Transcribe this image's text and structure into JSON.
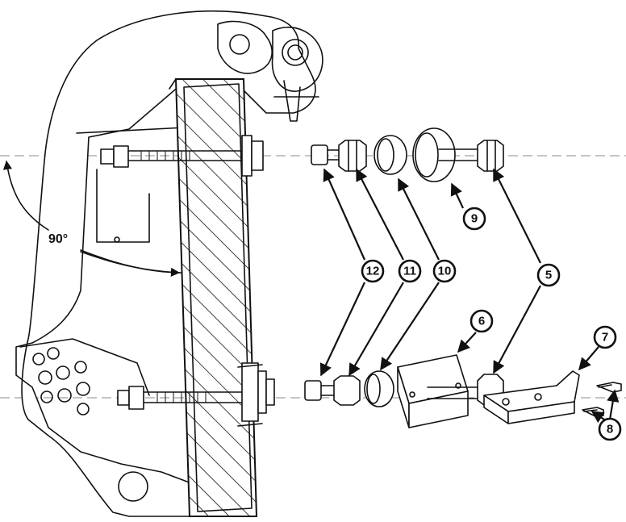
{
  "angle_label": "90°",
  "callouts": [
    {
      "id": "c5",
      "label": "5"
    },
    {
      "id": "c6",
      "label": "6"
    },
    {
      "id": "c7",
      "label": "7"
    },
    {
      "id": "c8",
      "label": "8"
    },
    {
      "id": "c9",
      "label": "9"
    },
    {
      "id": "c10",
      "label": "10"
    },
    {
      "id": "c11",
      "label": "11"
    },
    {
      "id": "c12",
      "label": "12"
    }
  ]
}
